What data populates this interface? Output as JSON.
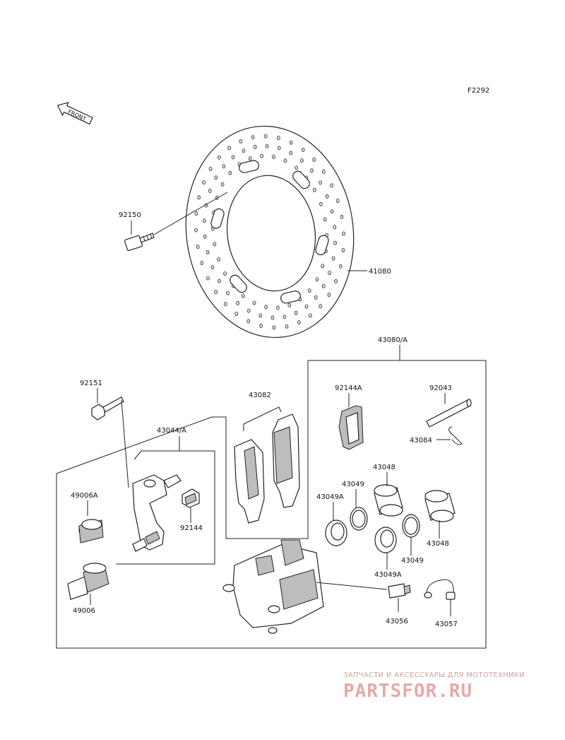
{
  "figure_code": "F2292",
  "front_marker": "FRONT",
  "labels": {
    "p92150": "92150",
    "p41080": "41080",
    "p43080A": "43080/A",
    "p92151": "92151",
    "p43082": "43082",
    "p92144A": "92144A",
    "p92043": "92043",
    "p43044A": "43044/A",
    "p43084": "43084",
    "p49006A": "49006A",
    "p43048a": "43048",
    "p43049a": "43049",
    "p43049Aa": "43049A",
    "p92144": "92144",
    "p43048b": "43048",
    "p43049b": "43049",
    "p43049Ab": "43049A",
    "p49006": "49006",
    "p43056": "43056",
    "p43057": "43057"
  },
  "watermark": {
    "caption": "ЗАПЧАСТИ И АКСЕССУАРЫ ДЛЯ МОТОТЕХНИКИ",
    "logo": "PARTSFOR.RU",
    "color": "#e9a8a8"
  }
}
